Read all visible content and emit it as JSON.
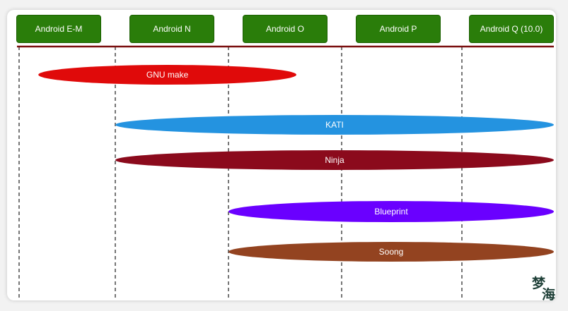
{
  "colors": {
    "version_box": "#2a7d0a",
    "axis_line": "#7a0f0f",
    "dashed": "#555555"
  },
  "versions": [
    {
      "label": "Android E-M"
    },
    {
      "label": "Android N"
    },
    {
      "label": "Android O"
    },
    {
      "label": "Android P"
    },
    {
      "label": "Android Q (10.0)"
    }
  ],
  "tools": [
    {
      "label": "GNU make",
      "color": "#e00a0a",
      "start": 0.2,
      "end": 2.6
    },
    {
      "label": "KATI",
      "color": "#2493e0",
      "start": 1.0,
      "end": 5.0
    },
    {
      "label": "Ninja",
      "color": "#8b0a1c",
      "start": 1.0,
      "end": 5.0
    },
    {
      "label": "Blueprint",
      "color": "#6a00ff",
      "start": 2.0,
      "end": 5.0
    },
    {
      "label": "Soong",
      "color": "#934320",
      "start": 2.0,
      "end": 5.0
    }
  ],
  "watermark": {
    "icon": "seal-logo",
    "text": "梦海"
  }
}
